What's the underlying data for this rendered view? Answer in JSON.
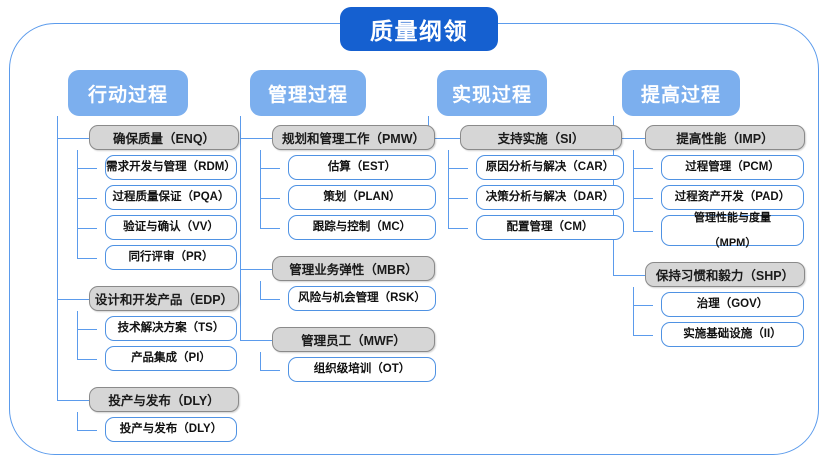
{
  "title": "质量纲领",
  "colors": {
    "title_blue": "#1560d0",
    "header_blue": "#7cafee",
    "line_blue": "#5b9bec",
    "parent_gray": "#d6d6d6",
    "parent_border": "#8a8a8a",
    "child_border": "#4f92e3",
    "frame_border": "#5b9bec"
  },
  "columns": [
    {
      "header": "行动过程",
      "groups": [
        {
          "parent": "确保质量（ENQ）",
          "children": [
            "需求开发与管理（RDM）",
            "过程质量保证（PQA）",
            "验证与确认（VV）",
            "同行评审（PR）"
          ]
        },
        {
          "parent": "设计和开发产品（EDP）",
          "children": [
            "技术解决方案（TS）",
            "产品集成（PI）"
          ]
        },
        {
          "parent": "投产与发布（DLY）",
          "children": [
            "投产与发布（DLY）"
          ]
        }
      ]
    },
    {
      "header": "管理过程",
      "groups": [
        {
          "parent": "规划和管理工作（PMW）",
          "children": [
            "估算（EST）",
            "策划（PLAN）",
            "跟踪与控制（MC）"
          ]
        },
        {
          "parent": "管理业务弹性（MBR）",
          "children": [
            "风险与机会管理（RSK）"
          ]
        },
        {
          "parent": "管理员工（MWF）",
          "children": [
            "组织级培训（OT）"
          ]
        }
      ]
    },
    {
      "header": "实现过程",
      "groups": [
        {
          "parent": "支持实施（SI）",
          "children": [
            "原因分析与解决（CAR）",
            "决策分析与解决（DAR）",
            "配置管理（CM）"
          ]
        }
      ]
    },
    {
      "header": "提高过程",
      "groups": [
        {
          "parent": "提高性能（IMP）",
          "children": [
            "过程管理（PCM）",
            "过程资产开发（PAD）",
            "管理性能与度量\n（MPM）"
          ]
        },
        {
          "parent": "保持习惯和毅力（SHP）",
          "children": [
            "治理（GOV）",
            "实施基础设施（II）"
          ]
        }
      ]
    }
  ]
}
